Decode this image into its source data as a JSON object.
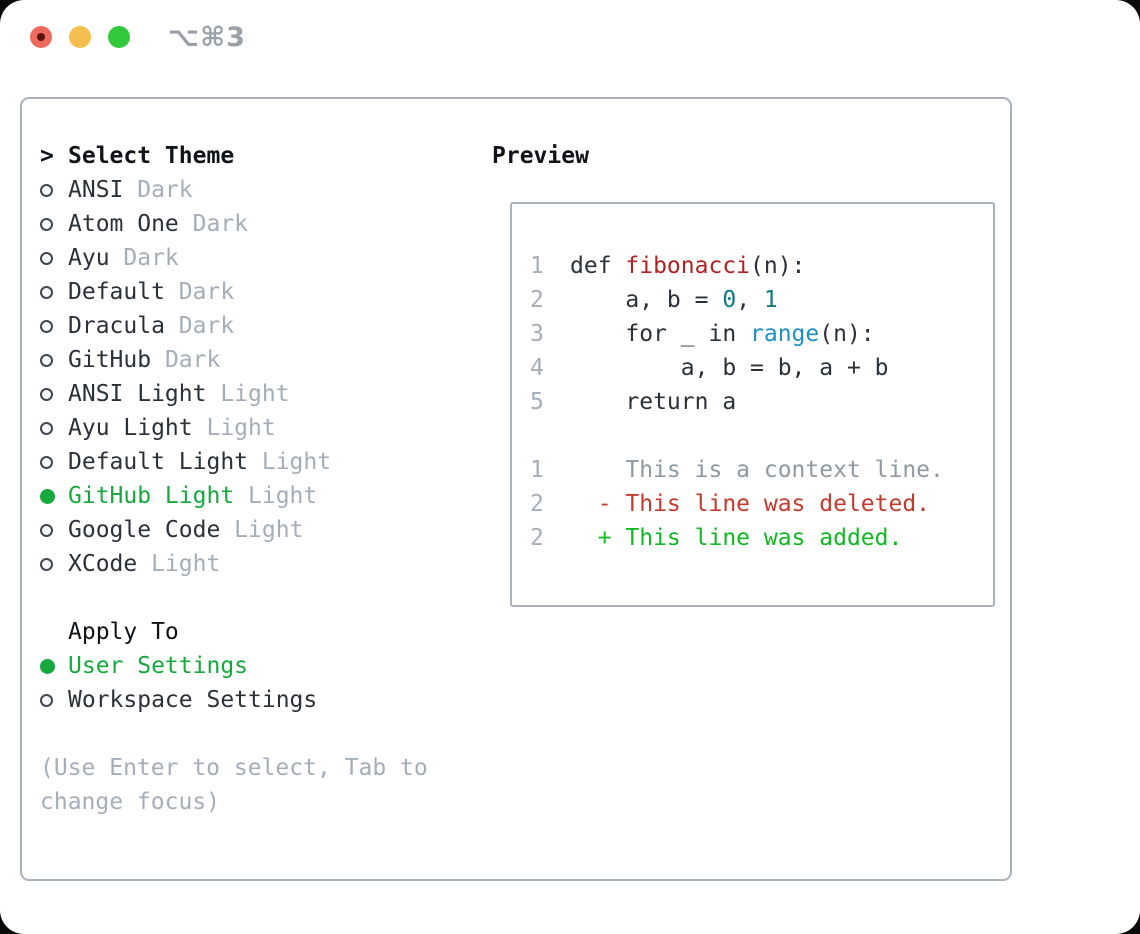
{
  "titlebar": {
    "shortcut": "⌥⌘3",
    "traffic_lights": [
      "close",
      "minimize",
      "zoom"
    ]
  },
  "theme_picker": {
    "header_marker": ">",
    "header": "Select Theme",
    "items": [
      {
        "name": "ANSI",
        "variant": "Dark",
        "selected": false
      },
      {
        "name": "Atom One",
        "variant": "Dark",
        "selected": false
      },
      {
        "name": "Ayu",
        "variant": "Dark",
        "selected": false
      },
      {
        "name": "Default",
        "variant": "Dark",
        "selected": false
      },
      {
        "name": "Dracula",
        "variant": "Dark",
        "selected": false
      },
      {
        "name": "GitHub",
        "variant": "Dark",
        "selected": false
      },
      {
        "name": "ANSI Light",
        "variant": "Light",
        "selected": false
      },
      {
        "name": "Ayu Light",
        "variant": "Light",
        "selected": false
      },
      {
        "name": "Default Light",
        "variant": "Light",
        "selected": false
      },
      {
        "name": "GitHub Light",
        "variant": "Light",
        "selected": true
      },
      {
        "name": "Google Code",
        "variant": "Light",
        "selected": false
      },
      {
        "name": "XCode",
        "variant": "Light",
        "selected": false
      }
    ],
    "apply_to": {
      "header": "Apply To",
      "options": [
        {
          "label": "User Settings",
          "selected": true
        },
        {
          "label": "Workspace Settings",
          "selected": false
        }
      ]
    },
    "hint_lines": [
      "(Use Enter to select, Tab to",
      "change focus)"
    ]
  },
  "preview": {
    "header": "Preview",
    "code_lines": [
      {
        "num": "1",
        "tokens": [
          {
            "t": "def ",
            "c": "fg"
          },
          {
            "t": "fibonacci",
            "c": "red"
          },
          {
            "t": "(n):",
            "c": "fg"
          }
        ]
      },
      {
        "num": "2",
        "tokens": [
          {
            "t": "    a, b = ",
            "c": "fg"
          },
          {
            "t": "0",
            "c": "teal"
          },
          {
            "t": ", ",
            "c": "fg"
          },
          {
            "t": "1",
            "c": "teal"
          }
        ]
      },
      {
        "num": "3",
        "tokens": [
          {
            "t": "    for _ in ",
            "c": "fg"
          },
          {
            "t": "range",
            "c": "blue"
          },
          {
            "t": "(n):",
            "c": "fg"
          }
        ]
      },
      {
        "num": "4",
        "tokens": [
          {
            "t": "        a, b = b, a + b",
            "c": "fg"
          }
        ]
      },
      {
        "num": "5",
        "tokens": [
          {
            "t": "    return a",
            "c": "fg"
          }
        ]
      },
      {
        "num": "",
        "tokens": []
      },
      {
        "num": "1",
        "tokens": [
          {
            "t": "    This is a context line.",
            "c": "ctx"
          }
        ]
      },
      {
        "num": "2",
        "tokens": [
          {
            "t": "  - This line was deleted.",
            "c": "del"
          }
        ]
      },
      {
        "num": "2",
        "tokens": [
          {
            "t": "  + This line was added.",
            "c": "add"
          }
        ]
      }
    ]
  },
  "colors": {
    "accent_green": "#17a83e",
    "added_green": "#12b724",
    "deleted_red": "#c43a2e",
    "foreground": "#2b3138",
    "func_red": "#b22222",
    "number_teal": "#0e7984",
    "builtin_blue": "#1d8fc1",
    "muted_gray": "#a5aeb8",
    "context_gray": "#8f99a1",
    "border_gray": "#a9b1bb",
    "traffic_close": "#ee6a5f",
    "traffic_minimize": "#f5bf4f",
    "traffic_zoom": "#32c83c"
  }
}
